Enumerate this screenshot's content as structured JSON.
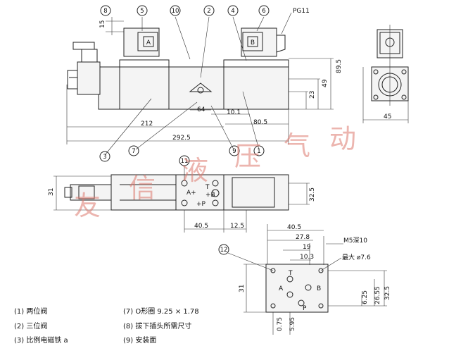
{
  "callouts": {
    "c1": "1",
    "c2": "2",
    "c4": "4",
    "c5": "5",
    "c6": "6",
    "c7": "7",
    "c8": "8",
    "c9": "9",
    "c10": "10",
    "c11": "11",
    "c12": "12",
    "c3": "3"
  },
  "dims": {
    "d15": "15",
    "pg11": "PG11",
    "d89_5": "89.5",
    "d49": "49",
    "d23": "23",
    "d64": "64",
    "d10_1": "10.1",
    "d80_5": "80.5",
    "d212": "212",
    "d292_5": "292.5",
    "d45": "45",
    "d31": "31",
    "d32_5": "32.5",
    "d40_5": "40.5",
    "d12_5": "12.5",
    "s40_5": "40.5",
    "s27_8": "27.8",
    "s19": "19",
    "s10_3": "10.3",
    "m5": "M5深10",
    "maxd": "最大 ø7.6",
    "s31": "31",
    "s6_25": "6.25",
    "s26_55": "26.55",
    "s32_5": "32.5",
    "s0_75": "0.75",
    "s5_95": "5.95"
  },
  "ports": {
    "a": "A",
    "b": "B",
    "t": "T",
    "p": "P",
    "aplus": "A+",
    "bplus": "+B",
    "tplus": "T",
    "pplus": "+P",
    "box_a": "A",
    "box_b": "B"
  },
  "watermark": [
    "友",
    "信",
    "液",
    "压",
    "气",
    "动"
  ],
  "legend": [
    "(1)  两位阀",
    "(2)  三位阀",
    "(3)  比例电磁铁 a",
    "(7)  O形圈 9.25 × 1.78",
    "(8)  拔下插头所需尺寸",
    "(9)  安装面"
  ]
}
